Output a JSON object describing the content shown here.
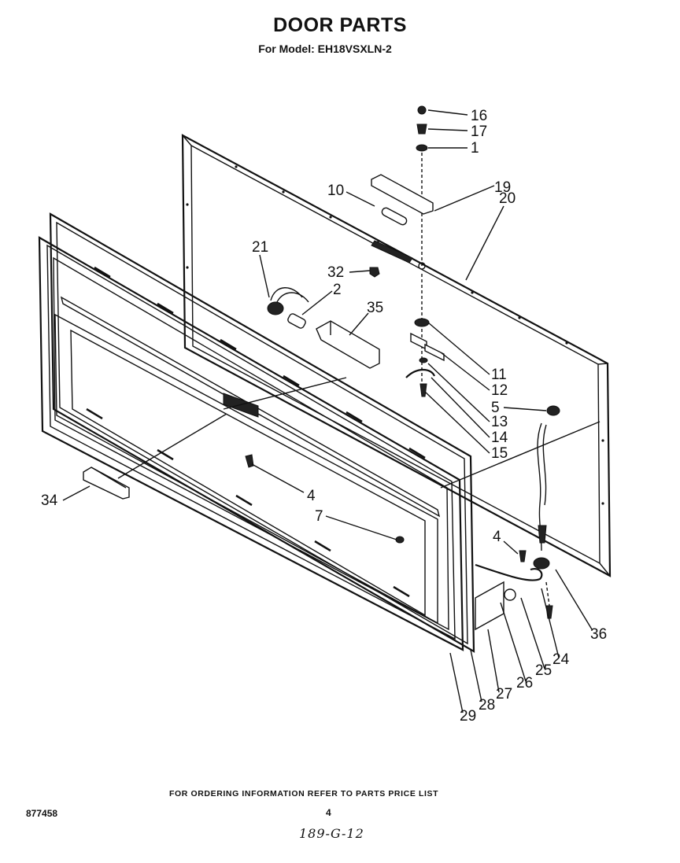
{
  "header": {
    "title": "DOOR PARTS",
    "subtitle": "For Model: EH18VSXLN-2"
  },
  "callouts": [
    "16",
    "17",
    "1",
    "19",
    "20",
    "10",
    "21",
    "32",
    "2",
    "35",
    "11",
    "12",
    "13",
    "5",
    "14",
    "15",
    "4",
    "34",
    "7",
    "4",
    "36",
    "24",
    "25",
    "26",
    "27",
    "28",
    "29"
  ],
  "footer": {
    "ordering_note": "FOR ORDERING INFORMATION REFER TO PARTS PRICE LIST",
    "page_number": "4",
    "diagram_id": "877458",
    "handwritten_code": "189-G-12"
  }
}
